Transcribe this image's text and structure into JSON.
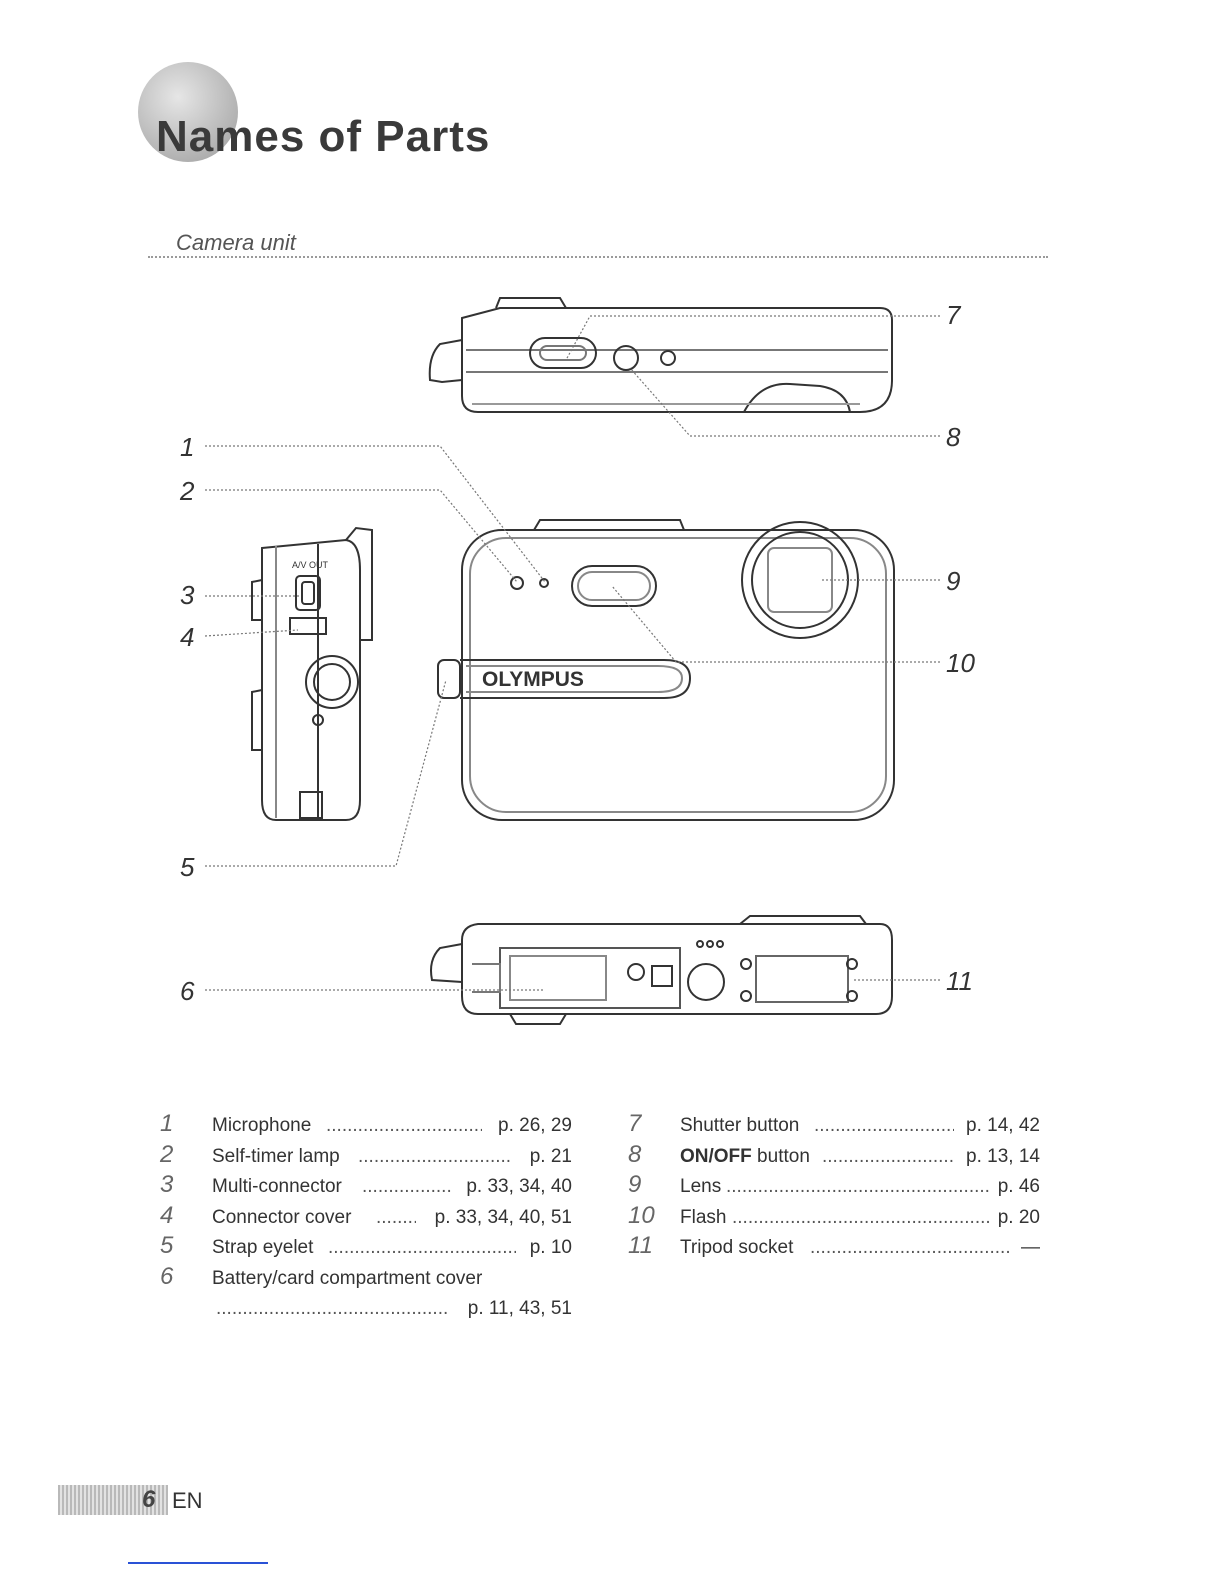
{
  "page": {
    "title": "Names of Parts",
    "section": "Camera unit",
    "brand": "OLYMPUS",
    "port_label": "A/V OUT",
    "footer": {
      "page_number": "6",
      "language": "EN"
    }
  },
  "callouts": [
    "1",
    "2",
    "3",
    "4",
    "5",
    "6",
    "7",
    "8",
    "9",
    "10",
    "11"
  ],
  "parts_left": [
    {
      "num": "1",
      "name": "Microphone",
      "page": "p. 26, 29"
    },
    {
      "num": "2",
      "name": "Self-timer lamp",
      "page": "p. 21"
    },
    {
      "num": "3",
      "name": "Multi-connector",
      "page": "p. 33, 34, 40"
    },
    {
      "num": "4",
      "name": "Connector cover",
      "page": "p. 33, 34, 40, 51"
    },
    {
      "num": "5",
      "name": "Strap eyelet",
      "page": "p. 10"
    },
    {
      "num": "6",
      "name": "Battery/card compartment cover",
      "page": "p. 11, 43, 51"
    }
  ],
  "parts_right": [
    {
      "num": "7",
      "name": "Shutter button",
      "page": "p. 14, 42"
    },
    {
      "num": "8",
      "name": "ON/OFF",
      "name_suffix": " button",
      "page": "p. 13, 14"
    },
    {
      "num": "9",
      "name": "Lens",
      "page": "p. 46"
    },
    {
      "num": "10",
      "name": "Flash",
      "page": "p. 20"
    },
    {
      "num": "11",
      "name": "Tripod socket",
      "page": "—"
    }
  ]
}
